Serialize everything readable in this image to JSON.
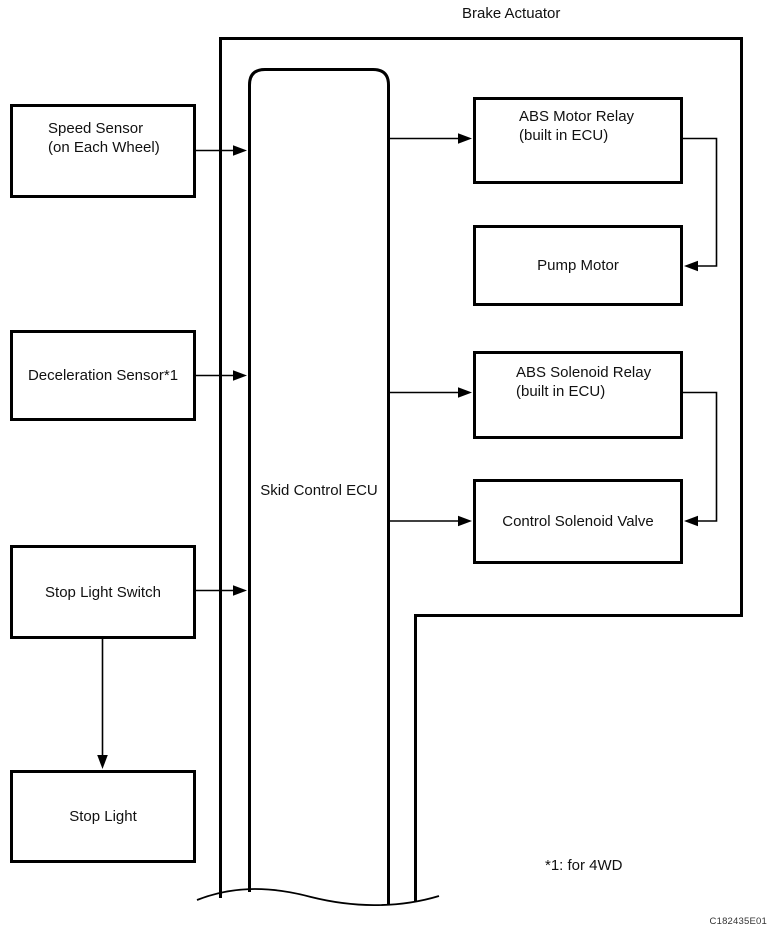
{
  "title": "Brake Actuator",
  "ecu": {
    "label": "Skid Control ECU"
  },
  "left_boxes": [
    {
      "label": "Speed Sensor\n(on Each Wheel)"
    },
    {
      "label": "Deceleration Sensor*1"
    },
    {
      "label": "Stop Light Switch"
    },
    {
      "label": "Stop Light"
    }
  ],
  "right_boxes": [
    {
      "label": "ABS Motor Relay\n(built in ECU)"
    },
    {
      "label": "Pump Motor"
    },
    {
      "label": "ABS Solenoid Relay\n(built in ECU)"
    },
    {
      "label": "Control Solenoid Valve"
    }
  ],
  "footnote": "*1: for 4WD",
  "figure_code": "C182435E01",
  "colors": {
    "line": "#000000",
    "background": "#ffffff"
  }
}
